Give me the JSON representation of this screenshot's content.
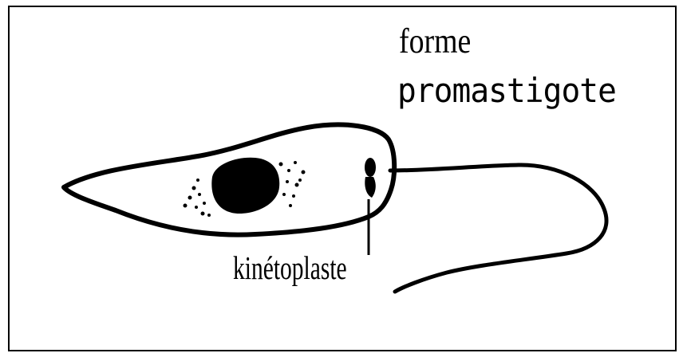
{
  "title": {
    "line1": "forme",
    "line2": "promastigote"
  },
  "labels": {
    "kinetoplaste": "kinétoplaste"
  },
  "colors": {
    "ink": "#000000",
    "background": "#ffffff"
  }
}
